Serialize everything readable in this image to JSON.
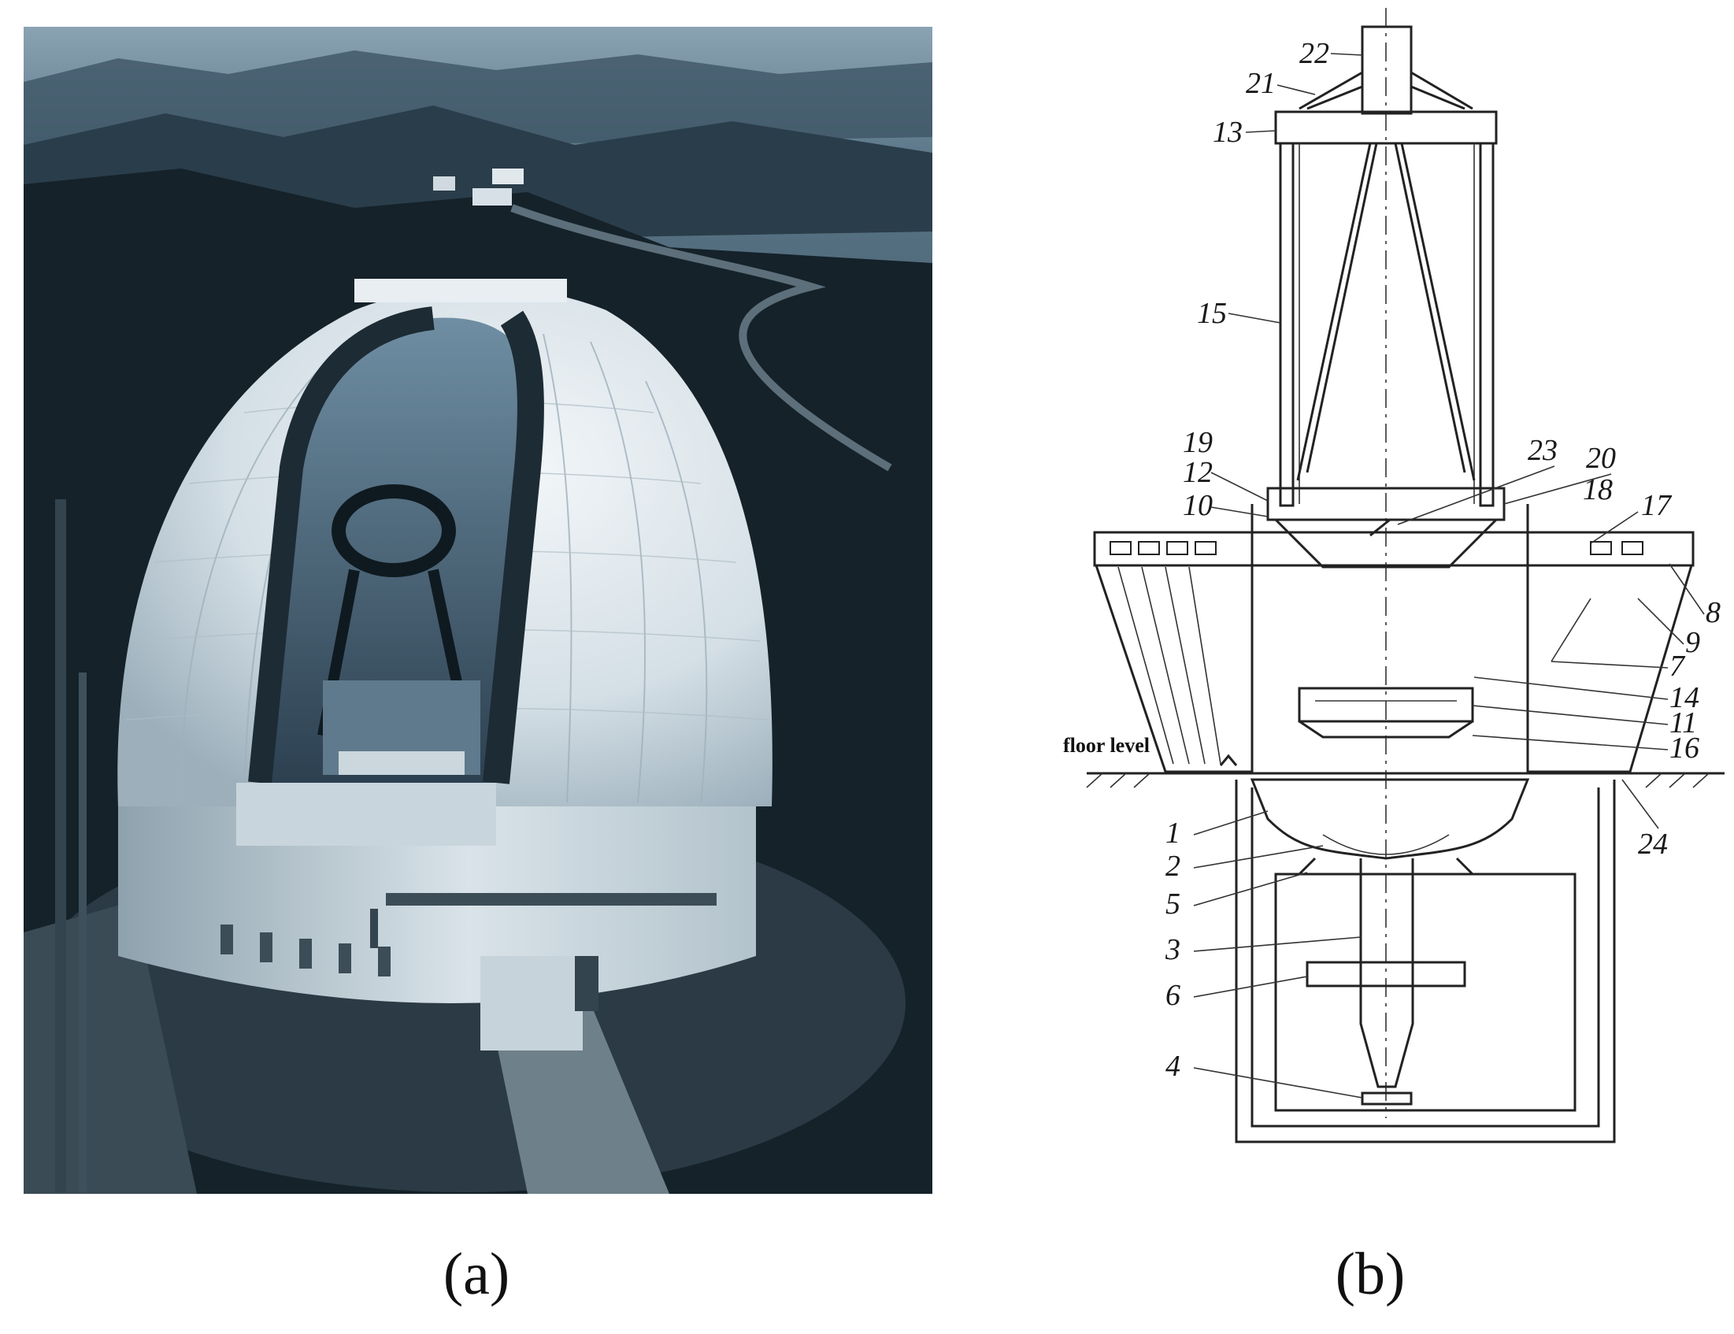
{
  "panels": [
    {
      "id": "a",
      "caption": "(a)"
    },
    {
      "id": "b",
      "caption": "(b)"
    }
  ],
  "diagram": {
    "floor_label": "floor level",
    "part_labels": [
      "1",
      "2",
      "3",
      "4",
      "5",
      "6",
      "7",
      "8",
      "9",
      "10",
      "11",
      "12",
      "13",
      "14",
      "15",
      "16",
      "17",
      "18",
      "19",
      "20",
      "21",
      "22",
      "23",
      "24"
    ]
  },
  "colors": {
    "sky": "#4e6a7c",
    "hills": "#1e2e38",
    "dome": "#dfe8ee",
    "dome_shadow": "#a9b9c4",
    "line": "#222222"
  }
}
